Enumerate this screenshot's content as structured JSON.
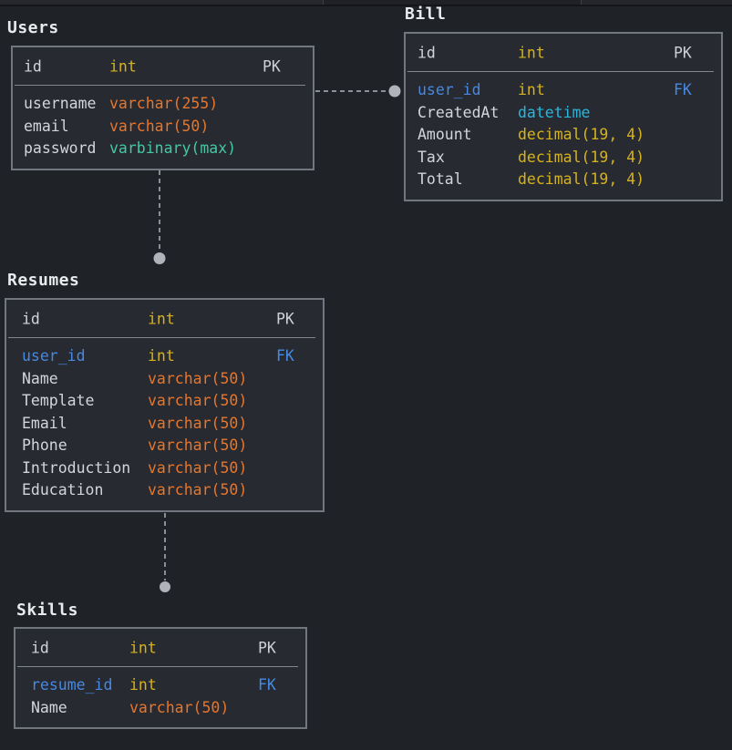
{
  "palette": {
    "background": "#1f2227",
    "box_fill": "#272a31",
    "box_border": "#72777f",
    "separator": "#82868d",
    "title_text": "#e9eaec",
    "name_text": "#d3d5d9",
    "key_text": "#ced1d5",
    "yellow": "#d6b31c",
    "orange": "#e6762c",
    "teal": "#41c9a5",
    "cyan": "#27b7e0",
    "blue": "#4789e2",
    "connector": "#8b9097",
    "endpoint": "#b0b4ba"
  },
  "diagram": {
    "tables": [
      {
        "name": "Users",
        "header": {
          "name": "id",
          "type": "int",
          "key": "PK",
          "type_color": "yellow"
        },
        "rows": [
          {
            "name": "username",
            "type": "varchar(255)",
            "key": "",
            "type_color": "orange"
          },
          {
            "name": "email",
            "type": "varchar(50)",
            "key": "",
            "type_color": "orange"
          },
          {
            "name": "password",
            "type": "varbinary(max)",
            "key": "",
            "type_color": "teal"
          }
        ]
      },
      {
        "name": "Bill",
        "header": {
          "name": "id",
          "type": "int",
          "key": "PK",
          "type_color": "yellow"
        },
        "rows": [
          {
            "name": "user_id",
            "type": "int",
            "key": "FK",
            "type_color": "yellow",
            "name_color": "blue"
          },
          {
            "name": "CreatedAt",
            "type": "datetime",
            "key": "",
            "type_color": "cyan"
          },
          {
            "name": "Amount",
            "type": "decimal(19, 4)",
            "key": "",
            "type_color": "yellow"
          },
          {
            "name": "Tax",
            "type": "decimal(19, 4)",
            "key": "",
            "type_color": "yellow"
          },
          {
            "name": "Total",
            "type": "decimal(19, 4)",
            "key": "",
            "type_color": "yellow"
          }
        ]
      },
      {
        "name": "Resumes",
        "header": {
          "name": "id",
          "type": "int",
          "key": "PK",
          "type_color": "yellow"
        },
        "rows": [
          {
            "name": "user_id",
            "type": "int",
            "key": "FK",
            "type_color": "yellow",
            "name_color": "blue"
          },
          {
            "name": "Name",
            "type": "varchar(50)",
            "key": "",
            "type_color": "orange"
          },
          {
            "name": "Template",
            "type": "varchar(50)",
            "key": "",
            "type_color": "orange"
          },
          {
            "name": "Email",
            "type": "varchar(50)",
            "key": "",
            "type_color": "orange"
          },
          {
            "name": "Phone",
            "type": "varchar(50)",
            "key": "",
            "type_color": "orange"
          },
          {
            "name": "Introduction",
            "type": "varchar(50)",
            "key": "",
            "type_color": "orange"
          },
          {
            "name": "Education",
            "type": "varchar(50)",
            "key": "",
            "type_color": "orange"
          }
        ]
      },
      {
        "name": "Skills",
        "header": {
          "name": "id",
          "type": "int",
          "key": "PK",
          "type_color": "yellow"
        },
        "rows": [
          {
            "name": "resume_id",
            "type": "int",
            "key": "FK",
            "type_color": "yellow",
            "name_color": "blue"
          },
          {
            "name": "Name",
            "type": "varchar(50)",
            "key": "",
            "type_color": "orange"
          }
        ]
      }
    ],
    "relationships": [
      {
        "from": "Users",
        "to": "Bill",
        "line_style": "dashed",
        "endpoint": "circle"
      },
      {
        "from": "Users",
        "to": "Resumes",
        "line_style": "dashed",
        "endpoint": "circle"
      },
      {
        "from": "Resumes",
        "to": "Skills",
        "line_style": "dashed",
        "endpoint": "circle"
      }
    ]
  }
}
